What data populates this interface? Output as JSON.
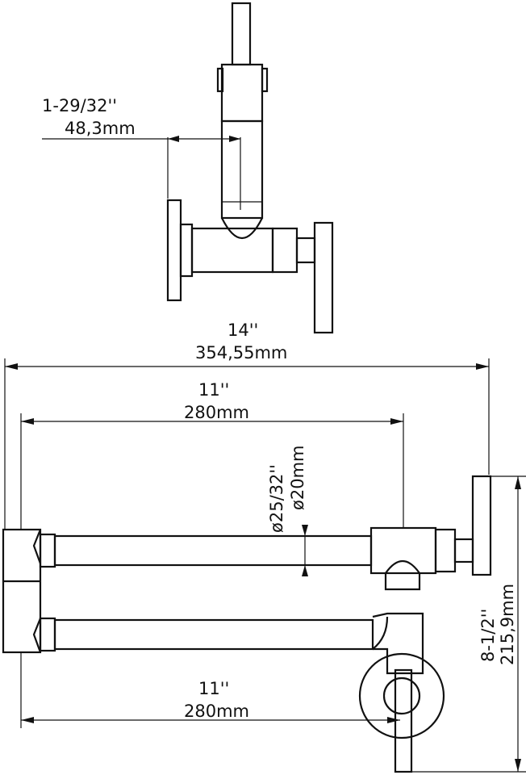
{
  "dimensions": {
    "top_offset": {
      "imperial": "1-29/32''",
      "metric": "48,3mm"
    },
    "overall_width": {
      "imperial": "14''",
      "metric": "354,55mm"
    },
    "upper_arm": {
      "imperial": "11''",
      "metric": "280mm"
    },
    "pipe_diameter": {
      "imperial": "ø25/32''",
      "metric": "ø20mm"
    },
    "lower_arm": {
      "imperial": "11''",
      "metric": "280mm"
    },
    "height": {
      "imperial": "8-1/2''",
      "metric": "215,9mm"
    }
  }
}
